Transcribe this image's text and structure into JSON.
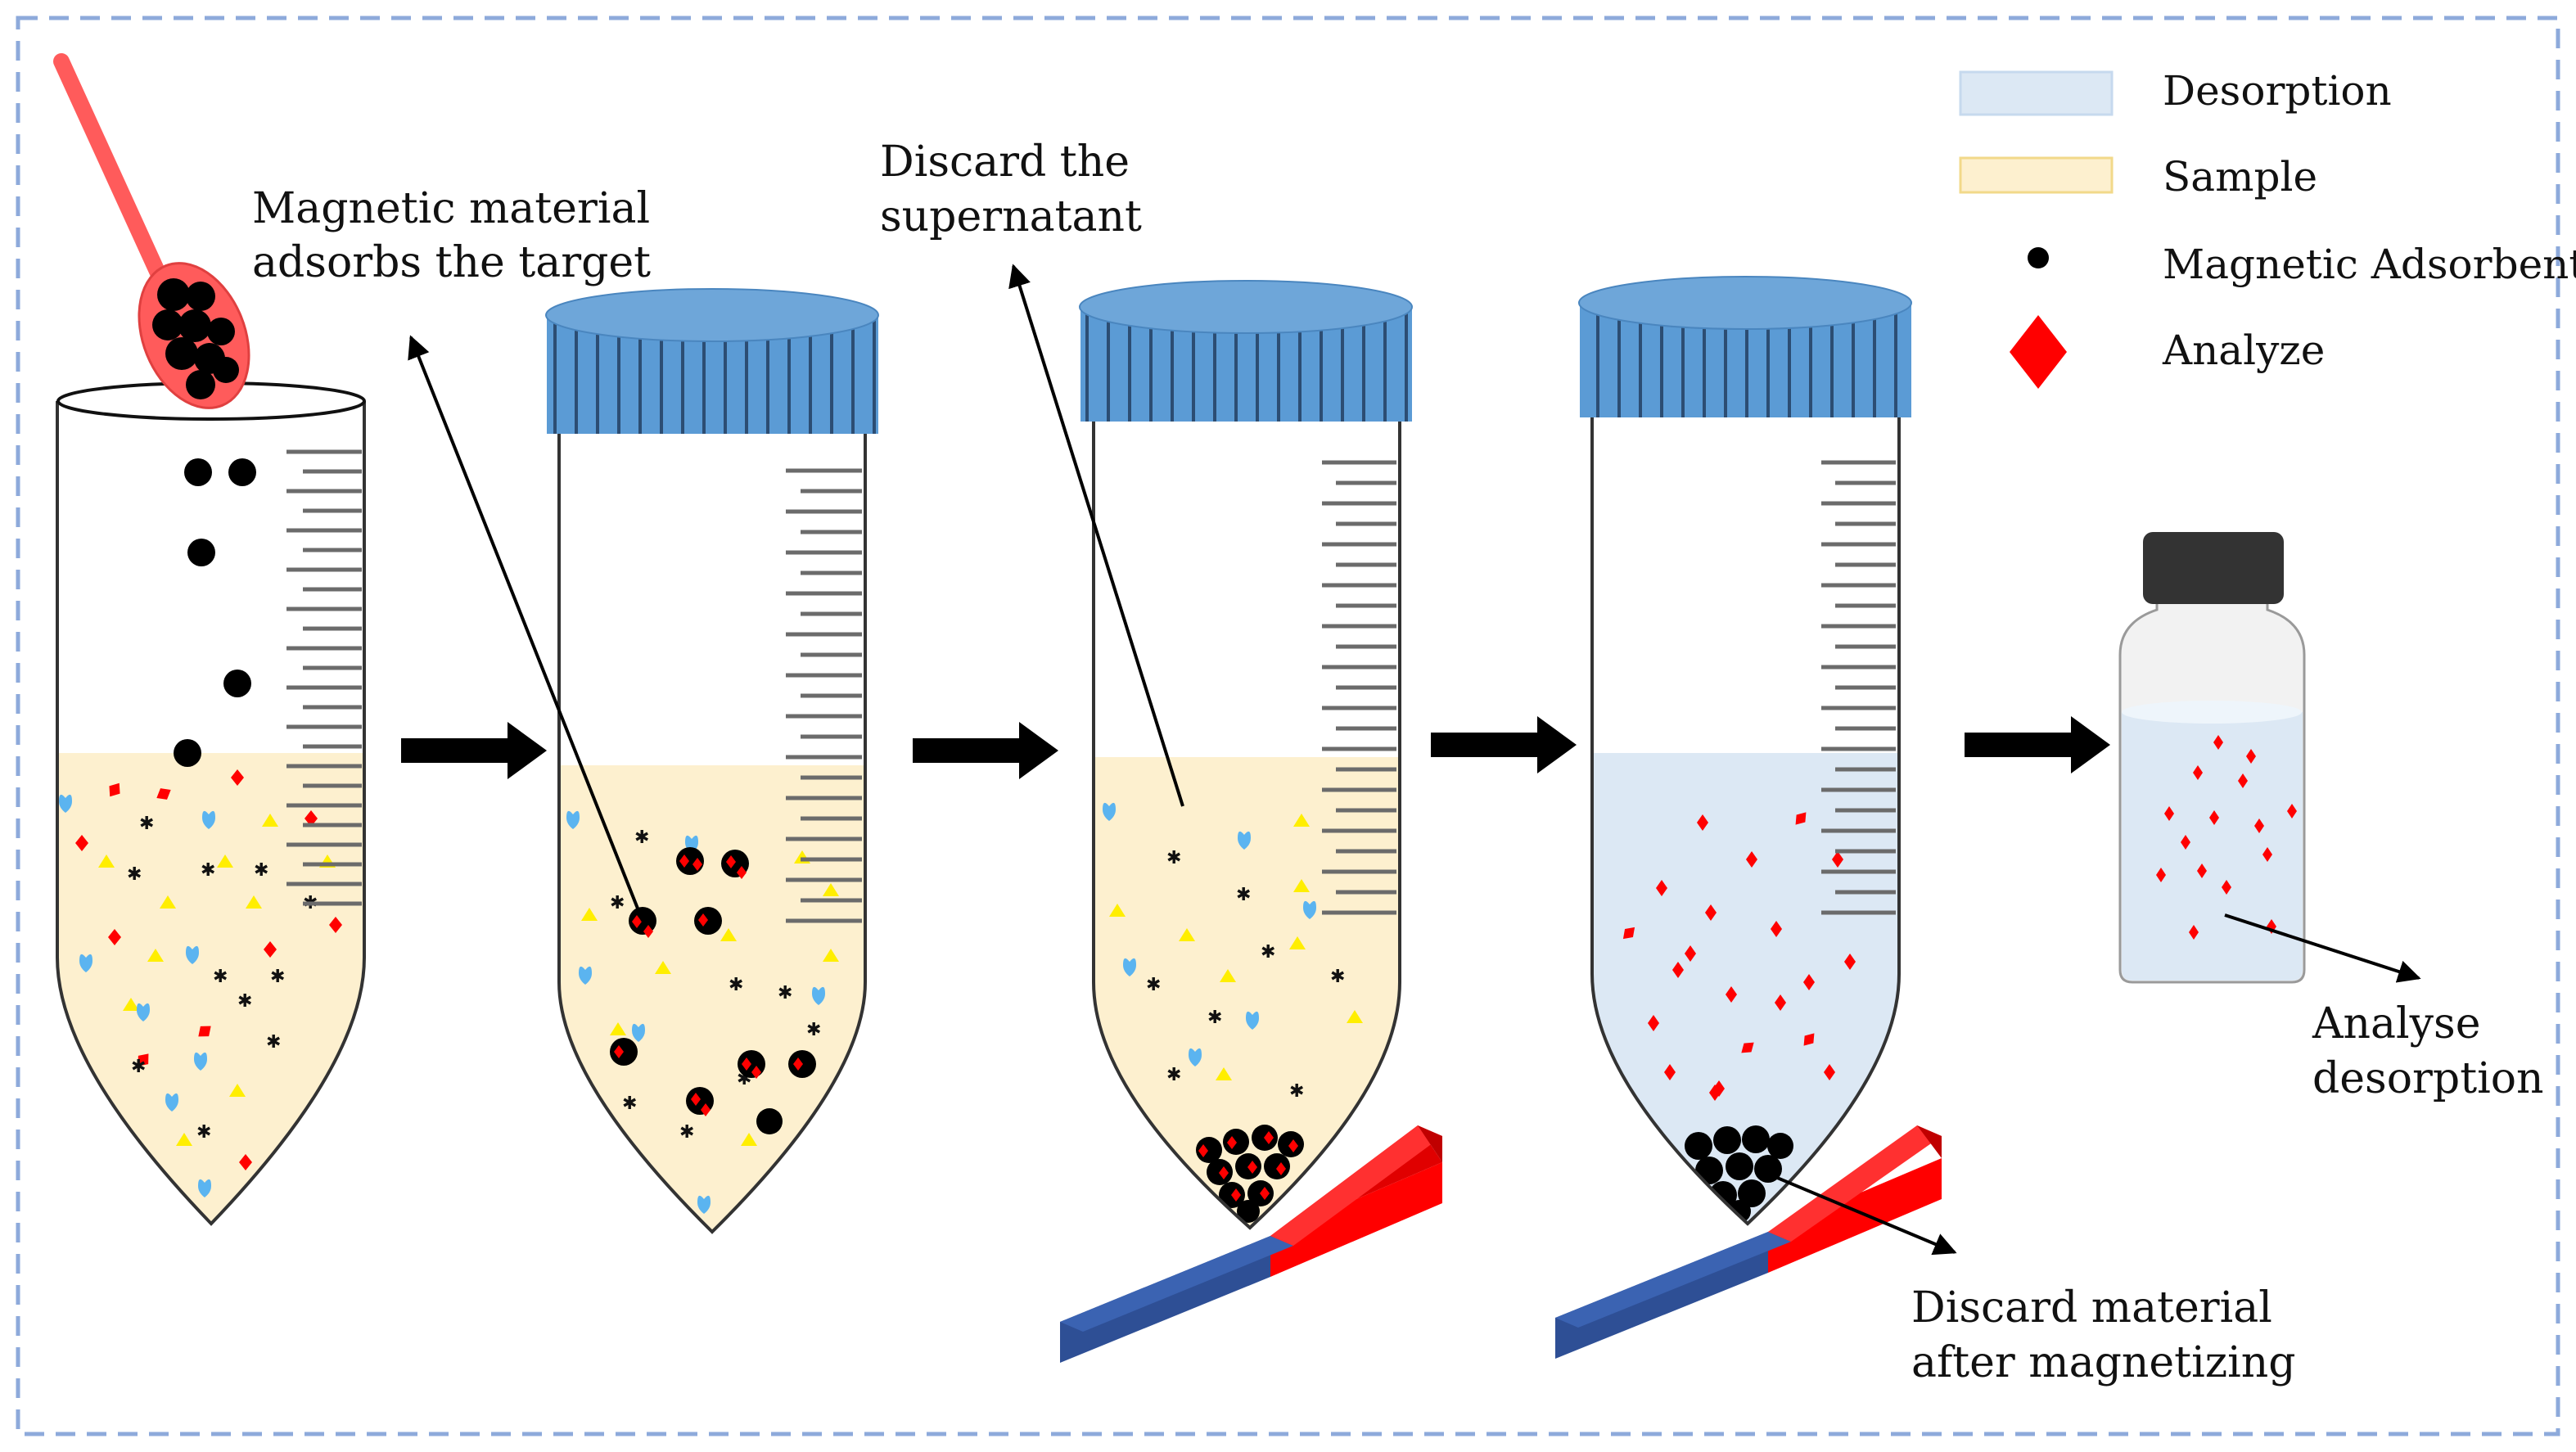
{
  "legend": {
    "items": [
      {
        "label": "Desorption",
        "swatch": "rect",
        "fill": "#dce8f4",
        "stroke": "#c6d9ee"
      },
      {
        "label": "Sample",
        "swatch": "rect",
        "fill": "#fdf0cf",
        "stroke": "#f2d98a"
      },
      {
        "label": "Magnetic Adsorbent",
        "swatch": "dot",
        "fill": "#000000"
      },
      {
        "label": "Analyze",
        "swatch": "diamond",
        "fill": "#ff0000"
      }
    ]
  },
  "annotations": {
    "step1": [
      "Magnetic material",
      "adsorbs the target"
    ],
    "step2": [
      "Discard the",
      "supernatant"
    ],
    "step3": [
      "Discard material",
      "after magnetizing"
    ],
    "step4": [
      "Analyse",
      "desorption"
    ]
  },
  "colors": {
    "frame": "#8eaadb",
    "sample": "#fdf0cf",
    "desorption": "#dce8f4",
    "cap": "#5b9bd5",
    "spoon": "#ff5b5b",
    "magnet_blue": "#2e4f95",
    "magnet_red": "#ff0000",
    "analyte": "#ff0000",
    "heart": "#5bb4f0",
    "triangle": "#ffee00",
    "star": "#a74cb0"
  },
  "icons": [
    "spoon",
    "centrifuge-tube",
    "screw-cap",
    "bar-magnet",
    "sample-vial",
    "process-arrow"
  ]
}
